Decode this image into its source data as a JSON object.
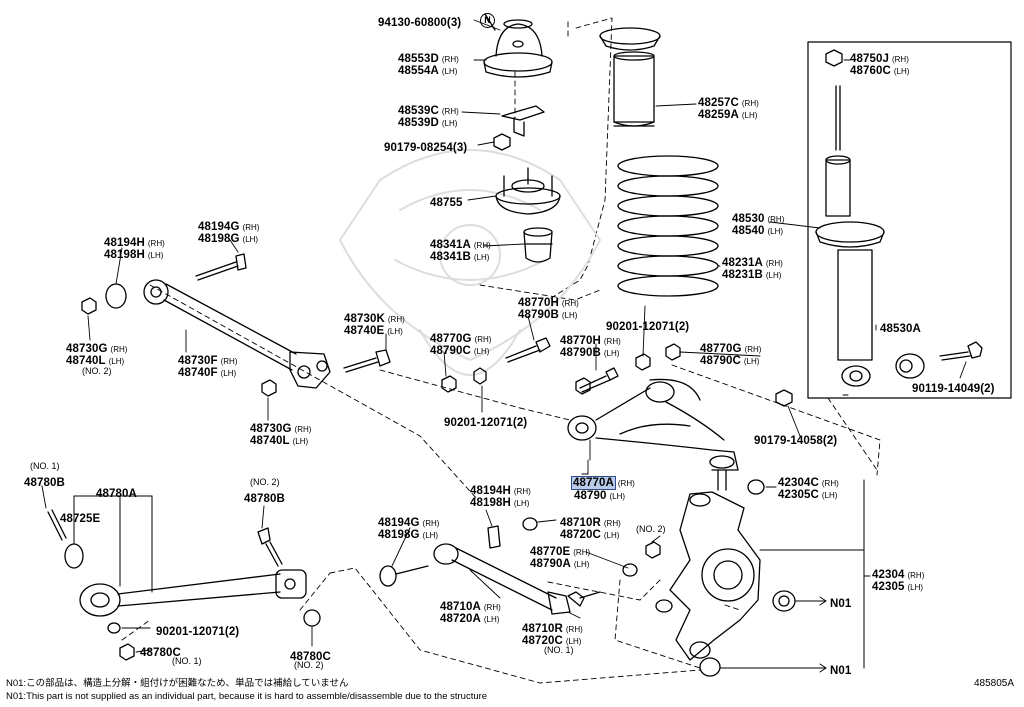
{
  "parts": [
    {
      "key": "p94130",
      "pn": "94130-60800(3)",
      "side": ""
    },
    {
      "key": "p48553d",
      "pn": "48553D",
      "side": "(RH)"
    },
    {
      "key": "p48554a",
      "pn": "48554A",
      "side": "(LH)"
    },
    {
      "key": "p48539c",
      "pn": "48539C",
      "side": "(RH)"
    },
    {
      "key": "p48539d",
      "pn": "48539D",
      "side": "(LH)"
    },
    {
      "key": "p90179a",
      "pn": "90179-08254(3)",
      "side": ""
    },
    {
      "key": "p48755",
      "pn": "48755",
      "side": ""
    },
    {
      "key": "p48341a",
      "pn": "48341A",
      "side": "(RH)"
    },
    {
      "key": "p48341b",
      "pn": "48341B",
      "side": "(LH)"
    },
    {
      "key": "p48257c",
      "pn": "48257C",
      "side": "(RH)"
    },
    {
      "key": "p48259a",
      "pn": "48259A",
      "side": "(LH)"
    },
    {
      "key": "p48231a",
      "pn": "48231A",
      "side": "(RH)"
    },
    {
      "key": "p48231b",
      "pn": "48231B",
      "side": "(LH)"
    },
    {
      "key": "p48750j",
      "pn": "48750J",
      "side": "(RH)"
    },
    {
      "key": "p48760c",
      "pn": "48760C",
      "side": "(LH)"
    },
    {
      "key": "p48530",
      "pn": "48530",
      "side": "(RH)"
    },
    {
      "key": "p48540",
      "pn": "48540",
      "side": "(LH)"
    },
    {
      "key": "p48530a",
      "pn": "48530A",
      "side": ""
    },
    {
      "key": "p90119",
      "pn": "90119-14049(2)",
      "side": ""
    },
    {
      "key": "p90179b",
      "pn": "90179-14058(2)",
      "side": ""
    },
    {
      "key": "p48194g1",
      "pn": "48194G",
      "side": "(RH)"
    },
    {
      "key": "p48198g1",
      "pn": "48198G",
      "side": "(LH)"
    },
    {
      "key": "p48194h1",
      "pn": "48194H",
      "side": "(RH)"
    },
    {
      "key": "p48198h1",
      "pn": "48198H",
      "side": "(LH)"
    },
    {
      "key": "p48730g1",
      "pn": "48730G",
      "side": "(RH)"
    },
    {
      "key": "p48740l1",
      "pn": "48740L",
      "side": "(LH)"
    },
    {
      "key": "p48730f",
      "pn": "48730F",
      "side": "(RH)"
    },
    {
      "key": "p48740f",
      "pn": "48740F",
      "side": "(LH)"
    },
    {
      "key": "p48730k",
      "pn": "48730K",
      "side": "(RH)"
    },
    {
      "key": "p48740e",
      "pn": "48740E",
      "side": "(LH)"
    },
    {
      "key": "p48730g2",
      "pn": "48730G",
      "side": "(RH)"
    },
    {
      "key": "p48740l2",
      "pn": "48740L",
      "side": "(LH)"
    },
    {
      "key": "p48770h1",
      "pn": "48770H",
      "side": "(RH)"
    },
    {
      "key": "p48790b1",
      "pn": "48790B",
      "side": "(LH)"
    },
    {
      "key": "p48770g1",
      "pn": "48770G",
      "side": "(RH)"
    },
    {
      "key": "p48790c1",
      "pn": "48790C",
      "side": "(LH)"
    },
    {
      "key": "p90201a",
      "pn": "90201-12071(2)",
      "side": ""
    },
    {
      "key": "p90201b",
      "pn": "90201-12071(2)",
      "side": ""
    },
    {
      "key": "p48770h2",
      "pn": "48770H",
      "side": "(RH)"
    },
    {
      "key": "p48790b2",
      "pn": "48790B",
      "side": "(LH)"
    },
    {
      "key": "p48770g2",
      "pn": "48770G",
      "side": "(RH)"
    },
    {
      "key": "p48790c2",
      "pn": "48790C",
      "side": "(LH)"
    },
    {
      "key": "p48770a",
      "pn": "48770A",
      "side": "(RH)"
    },
    {
      "key": "p48790",
      "pn": "48790",
      "side": "(LH)"
    },
    {
      "key": "p42304c",
      "pn": "42304C",
      "side": "(RH)"
    },
    {
      "key": "p42305c",
      "pn": "42305C",
      "side": "(LH)"
    },
    {
      "key": "p42304",
      "pn": "42304",
      "side": "(RH)"
    },
    {
      "key": "p42305",
      "pn": "42305",
      "side": "(LH)"
    },
    {
      "key": "p48194h2",
      "pn": "48194H",
      "side": "(RH)"
    },
    {
      "key": "p48198h2",
      "pn": "48198H",
      "side": "(LH)"
    },
    {
      "key": "p48194g2",
      "pn": "48194G",
      "side": "(RH)"
    },
    {
      "key": "p48198g2",
      "pn": "48198G",
      "side": "(LH)"
    },
    {
      "key": "p48710r1",
      "pn": "48710R",
      "side": "(RH)"
    },
    {
      "key": "p48720c1",
      "pn": "48720C",
      "side": "(LH)"
    },
    {
      "key": "p48770e",
      "pn": "48770E",
      "side": "(RH)"
    },
    {
      "key": "p48790a",
      "pn": "48790A",
      "side": "(LH)"
    },
    {
      "key": "p48710a",
      "pn": "48710A",
      "side": "(RH)"
    },
    {
      "key": "p48720a",
      "pn": "48720A",
      "side": "(LH)"
    },
    {
      "key": "p48710r2",
      "pn": "48710R",
      "side": "(RH)"
    },
    {
      "key": "p48720c2",
      "pn": "48720C",
      "side": "(LH)"
    },
    {
      "key": "p48780b1",
      "pn": "48780B",
      "side": ""
    },
    {
      "key": "p48780a",
      "pn": "48780A",
      "side": ""
    },
    {
      "key": "p48725e",
      "pn": "48725E",
      "side": ""
    },
    {
      "key": "p48780b2",
      "pn": "48780B",
      "side": ""
    },
    {
      "key": "p90201c",
      "pn": "90201-12071(2)",
      "side": ""
    },
    {
      "key": "p48780c1",
      "pn": "48780C",
      "side": ""
    },
    {
      "key": "p48780c2",
      "pn": "48780C",
      "side": ""
    },
    {
      "key": "pN01a",
      "pn": "N01",
      "side": ""
    },
    {
      "key": "pN01b",
      "pn": "N01",
      "side": ""
    }
  ],
  "sub_notes": {
    "no1": "(NO. 1)",
    "no2": "(NO. 2)"
  },
  "circle_note": "N",
  "footnote_jp": "N01:この部品は、構造上分解・組付けが困難なため、単品では補給していません",
  "footnote_en": "N01:This part is not supplied as an individual part, because it is hard to assemble/disassemble due to the structure",
  "drawing_code": "485805A",
  "highlight_part": "48770A",
  "colors": {
    "highlight_fill": "#b9cbe8",
    "highlight_border": "#2f4f8f",
    "ink": "#000000"
  }
}
